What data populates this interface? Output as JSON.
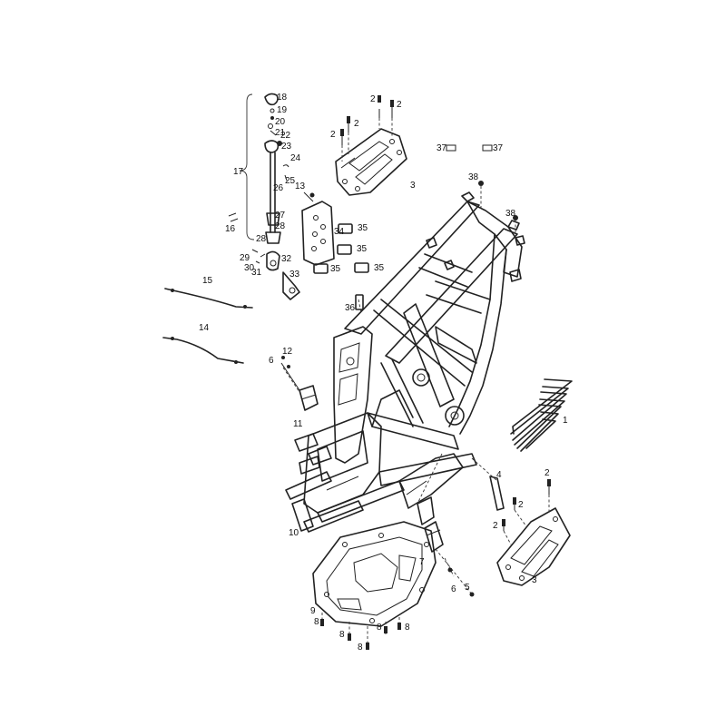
{
  "callouts": [
    {
      "id": "c-18",
      "text": "18"
    },
    {
      "id": "c-19",
      "text": "19"
    },
    {
      "id": "c-20",
      "text": "20"
    },
    {
      "id": "c-21",
      "text": "21"
    },
    {
      "id": "c-22",
      "text": "22"
    },
    {
      "id": "c-23",
      "text": "23"
    },
    {
      "id": "c-24",
      "text": "24"
    },
    {
      "id": "c-25",
      "text": "25"
    },
    {
      "id": "c-26",
      "text": "26"
    },
    {
      "id": "c-27",
      "text": "27"
    },
    {
      "id": "c-28a",
      "text": "28"
    },
    {
      "id": "c-28b",
      "text": "28"
    },
    {
      "id": "c-17",
      "text": "17"
    },
    {
      "id": "c-16",
      "text": "16"
    },
    {
      "id": "c-29",
      "text": "29"
    },
    {
      "id": "c-30",
      "text": "30"
    },
    {
      "id": "c-31",
      "text": "31"
    },
    {
      "id": "c-32",
      "text": "32"
    },
    {
      "id": "c-33",
      "text": "33"
    },
    {
      "id": "c-13",
      "text": "13"
    },
    {
      "id": "c-34",
      "text": "34"
    },
    {
      "id": "c-35a",
      "text": "35"
    },
    {
      "id": "c-35b",
      "text": "35"
    },
    {
      "id": "c-35c",
      "text": "35"
    },
    {
      "id": "c-35d",
      "text": "35"
    },
    {
      "id": "c-36",
      "text": "36"
    },
    {
      "id": "c-2a",
      "text": "2"
    },
    {
      "id": "c-2b",
      "text": "2"
    },
    {
      "id": "c-2c",
      "text": "2"
    },
    {
      "id": "c-2d",
      "text": "2"
    },
    {
      "id": "c-3a",
      "text": "3"
    },
    {
      "id": "c-37a",
      "text": "37"
    },
    {
      "id": "c-37b",
      "text": "37"
    },
    {
      "id": "c-38a",
      "text": "38"
    },
    {
      "id": "c-38b",
      "text": "38"
    },
    {
      "id": "c-15",
      "text": "15"
    },
    {
      "id": "c-14",
      "text": "14"
    },
    {
      "id": "c-12",
      "text": "12"
    },
    {
      "id": "c-6a",
      "text": "6"
    },
    {
      "id": "c-11",
      "text": "11"
    },
    {
      "id": "c-1",
      "text": "1"
    },
    {
      "id": "c-4",
      "text": "4"
    },
    {
      "id": "c-2e",
      "text": "2"
    },
    {
      "id": "c-2f",
      "text": "2"
    },
    {
      "id": "c-2g",
      "text": "2"
    },
    {
      "id": "c-3b",
      "text": "3"
    },
    {
      "id": "c-10",
      "text": "10"
    },
    {
      "id": "c-7",
      "text": "7"
    },
    {
      "id": "c-6b",
      "text": "6"
    },
    {
      "id": "c-5",
      "text": "5"
    },
    {
      "id": "c-9",
      "text": "9"
    },
    {
      "id": "c-8a",
      "text": "8"
    },
    {
      "id": "c-8b",
      "text": "8"
    },
    {
      "id": "c-8c",
      "text": "8"
    },
    {
      "id": "c-8d",
      "text": "8"
    },
    {
      "id": "c-8e",
      "text": "8"
    }
  ]
}
